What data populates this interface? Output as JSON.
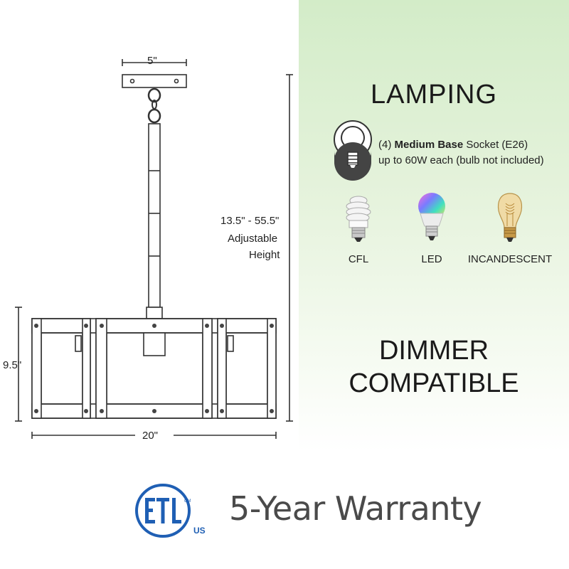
{
  "dimensions": {
    "canopy_width": "5\"",
    "height_range": "13.5\" - 55.5\"",
    "height_caption_1": "Adjustable",
    "height_caption_2": "Height",
    "body_height": "9.5\"",
    "body_width": "20\""
  },
  "lamping": {
    "title": "LAMPING",
    "socket_count": "(4)",
    "socket_type": "Medium Base",
    "socket_suffix": "Socket (E26)",
    "wattage": "up to 60W each (bulb not included)",
    "bulbs": [
      {
        "label": "CFL",
        "icon": "cfl-bulb-icon"
      },
      {
        "label": "LED",
        "icon": "led-bulb-icon"
      },
      {
        "label": "INCANDESCENT",
        "icon": "incandescent-bulb-icon"
      }
    ]
  },
  "dimmer": {
    "line1": "DIMMER",
    "line2": "COMPATIBLE"
  },
  "certification": {
    "logo_text": "ETL",
    "logo_sub": "US",
    "logo_mark": "CM",
    "warranty": "5-Year Warranty"
  },
  "colors": {
    "accent_blue": "#1f5fb4",
    "panel_green": "#d3ecc8",
    "line_dark": "#333333"
  }
}
